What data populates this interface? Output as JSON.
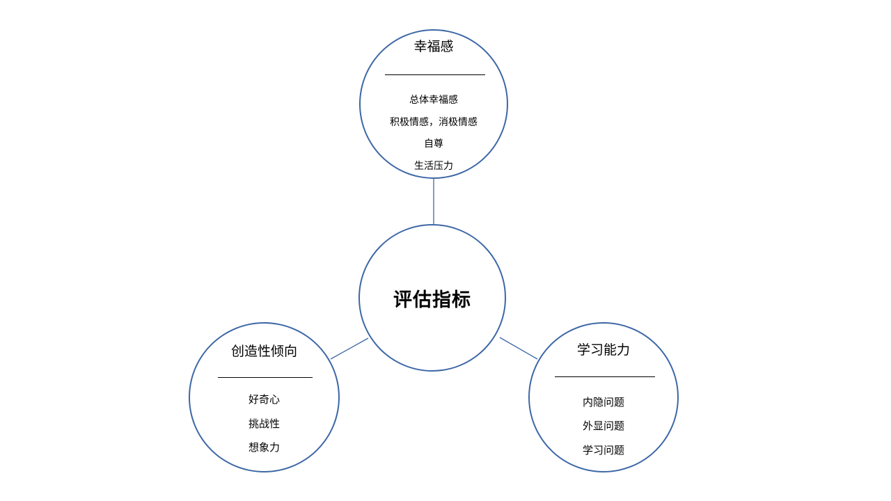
{
  "center": {
    "title": "评估指标"
  },
  "nodes": {
    "wellbeing": {
      "title": "幸福感",
      "items": [
        "总体幸福感",
        "积极情感，消极情感",
        "自尊",
        "生活压力"
      ]
    },
    "creativity": {
      "title": "创造性倾向",
      "items": [
        "好奇心",
        "挑战性",
        "想象力"
      ]
    },
    "learning": {
      "title": "学习能力",
      "items": [
        "内隐问题",
        "外显问题",
        "学习问题"
      ]
    }
  },
  "colors": {
    "circle_border": "#3d67a6",
    "connector": "#3d67a6"
  }
}
